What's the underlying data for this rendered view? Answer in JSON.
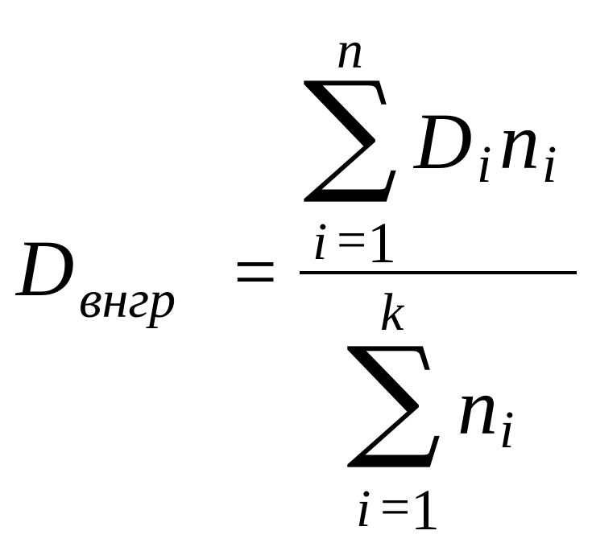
{
  "formula": {
    "lhs": {
      "base": "D",
      "subscript": "внгр"
    },
    "equals": "=",
    "numerator": {
      "sum_symbol": "∑",
      "upper_limit": "n",
      "lower_index": "i",
      "lower_eq": "=",
      "lower_value": "1",
      "term_base_1": "D",
      "term_sub_1": "i",
      "term_base_2": "n",
      "term_sub_2": "i"
    },
    "denominator": {
      "sum_symbol": "∑",
      "upper_limit": "k",
      "lower_index": "i",
      "lower_eq": "=",
      "lower_value": "1",
      "term_base": "n",
      "term_sub": "i"
    }
  }
}
